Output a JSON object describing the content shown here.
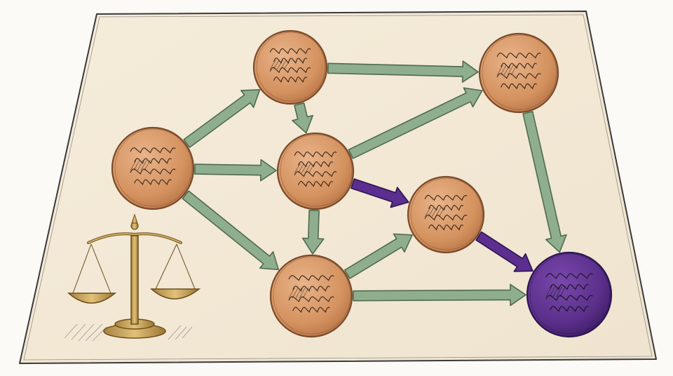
{
  "diagram": {
    "nodes": [
      {
        "id": "n1",
        "label": "",
        "kind": "standard"
      },
      {
        "id": "n2",
        "label": "",
        "kind": "standard"
      },
      {
        "id": "n3",
        "label": "",
        "kind": "standard"
      },
      {
        "id": "n4",
        "label": "",
        "kind": "standard"
      },
      {
        "id": "n5",
        "label": "",
        "kind": "standard"
      },
      {
        "id": "n6",
        "label": "",
        "kind": "standard"
      },
      {
        "id": "n7",
        "label": "",
        "kind": "standard"
      },
      {
        "id": "n8",
        "label": "",
        "kind": "terminal"
      }
    ],
    "edges": [
      {
        "from": "n1",
        "to": "n2",
        "kind": "standard"
      },
      {
        "from": "n1",
        "to": "n3",
        "kind": "standard"
      },
      {
        "from": "n1",
        "to": "n4",
        "kind": "standard"
      },
      {
        "from": "n2",
        "to": "n3",
        "kind": "standard"
      },
      {
        "from": "n2",
        "to": "n5",
        "kind": "standard"
      },
      {
        "from": "n3",
        "to": "n4",
        "kind": "standard"
      },
      {
        "from": "n3",
        "to": "n5",
        "kind": "standard"
      },
      {
        "from": "n3",
        "to": "n6",
        "kind": "highlight"
      },
      {
        "from": "n4",
        "to": "n6",
        "kind": "standard"
      },
      {
        "from": "n4",
        "to": "n8",
        "kind": "standard"
      },
      {
        "from": "n5",
        "to": "n8",
        "kind": "standard"
      },
      {
        "from": "n6",
        "to": "n8",
        "kind": "highlight"
      }
    ]
  },
  "icons": {
    "scale": "balance-scale-icon"
  },
  "colors": {
    "paper": "#f3ead8",
    "paper_edge": "#3a3a3a",
    "node_fill": "#d99a6a",
    "node_stroke": "#7a4a2a",
    "terminal_fill": "#5a2f8a",
    "terminal_stroke": "#2d1550",
    "arrow_green": "#8fae8e",
    "arrow_green_stroke": "#4f6b4f",
    "arrow_purple": "#5b2e8f",
    "arrow_purple_stroke": "#2d1550",
    "brass": "#c9a45a",
    "brass_dark": "#7a5a22"
  }
}
